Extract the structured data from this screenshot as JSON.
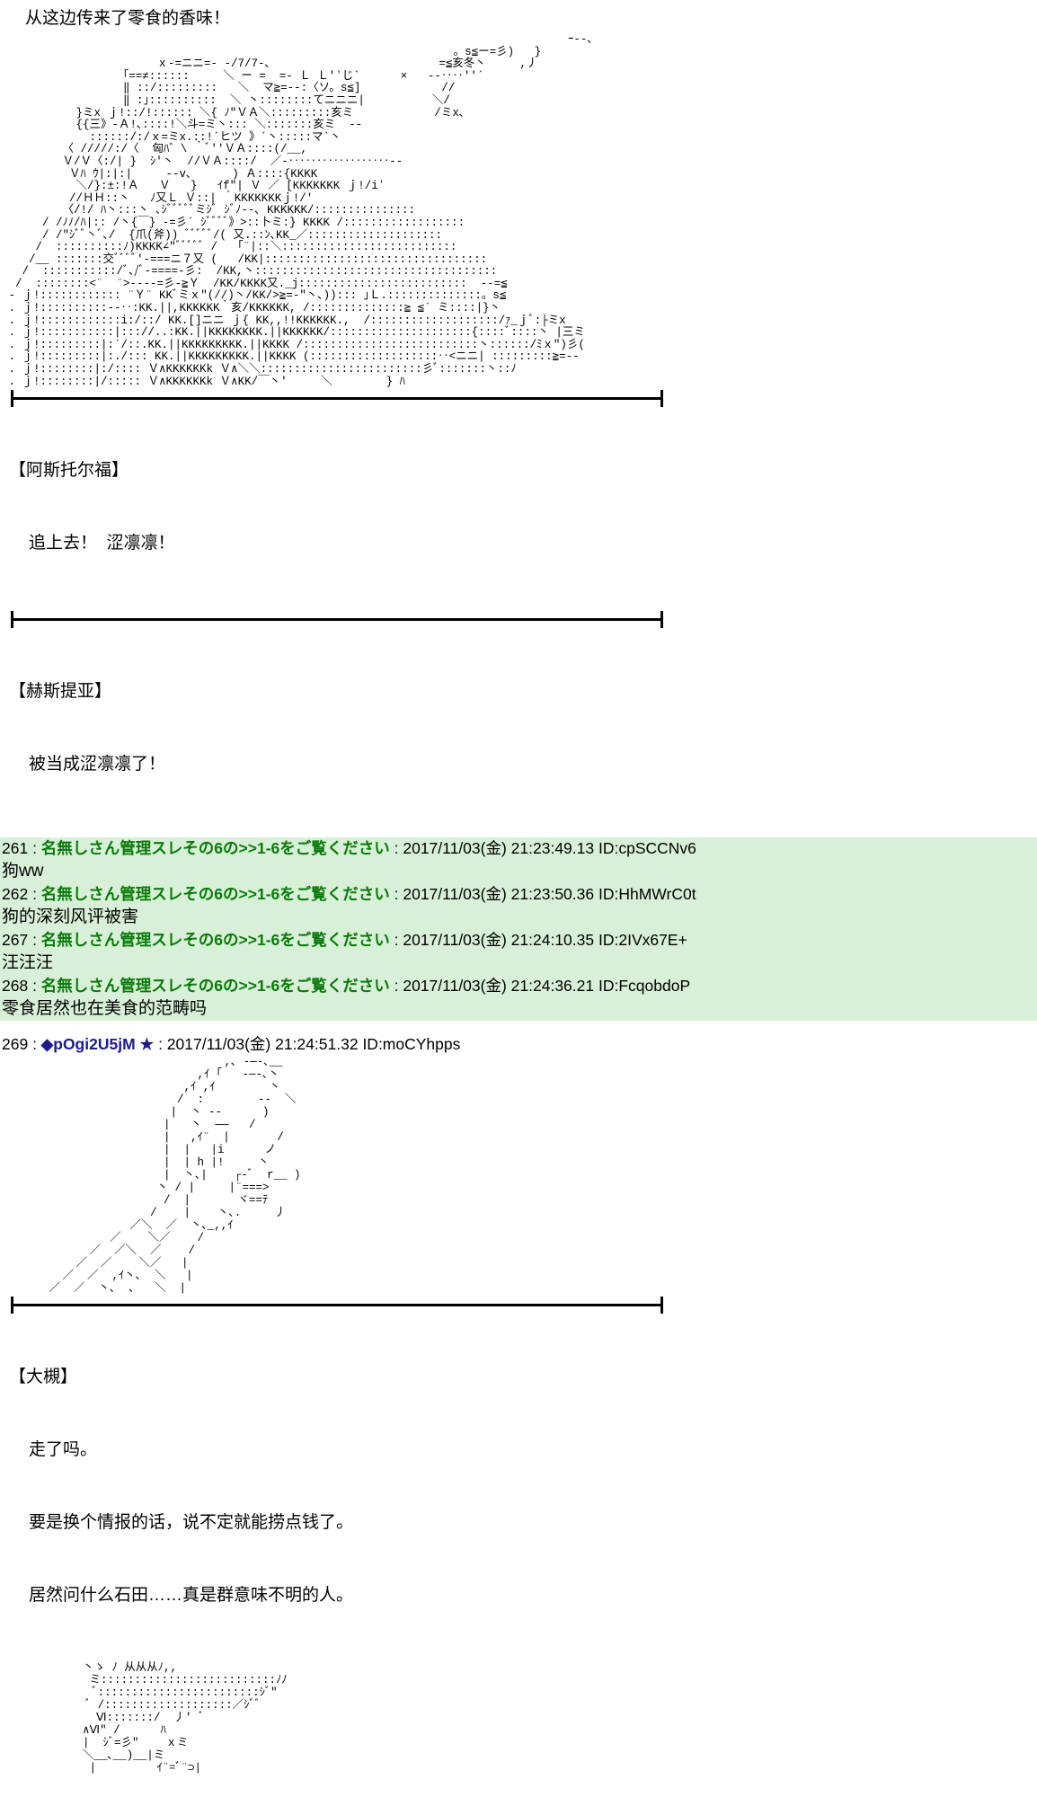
{
  "narration": {
    "top_line": "从这边传来了零食的香味！"
  },
  "art": {
    "main_scene": "                                                                                    ｰ‐-､\n                                                                   。s≦ー=彡)   }\n                       ｘ-=ニニ=- -/7/7-､                         =≦亥冬丶     ,丿\n                  ｢==≠::::::     ＼ ー =  =- Ｌ Ｌ'ʼじ`      ×   --‥‥''´\n                  ‖ ::/:::::::::   ＼  マ≧=--:〈ソ。s≦]            //\n                  ‖ :｣::::::::::  ＼ 丶::::::::てニニニ|          ＼/\n           }ミx ｊ!::/!:::::: ＼{ ﾉ″ＶＡ＼:::::::::亥ミ            /ミx､\n           {{三》‐Ａ!､::::!＼斗=ミ丶::: ＼:::::::亥ミ  ‐‐\n             ::::::/:/ｘ=ミx.::!´ヒツ 》´丶:::::マ`丶\n         〈 /////:/〈  匈ﾊ゛\\ ｀ﾞ''ＶＡ::::(/__,\n         Ｖ/Ｖ〈:/| }  ｼ′丶  //ＶＡ::::/  ／-‥‥‥‥‥‥‥‥‥--\n          Ｖﾊ ｳ|:|:|     --v､      ) Ａ::::{KKKK\n           ＼/}:±:!Ａ   Ｖ   }   ｲf″| Ｖ ／ [KKKKKKK ｊ!/iʼ\n          //ＨＨ::丶   ﾉ又Ｌ Ｖ::| ｀KKKKKKKｊ!/′\n         〈/!/ ﾊ丶:::丶 ､ｼﾞﾞﾞﾞﾞミｼﾞ ｼﾞﾉ--､ KKKKKK/:::::::::::::::\n      / /ﾉﾉ/ﾊ|:: /丶{￣} -=彡´ ｼﾞﾞﾞﾞ》>::卜ミ:} KKKK /::::::::::::::::::\n      / /″ｼﾞﾞ丶ﾞ､/  {爪(斧)) ﾞﾞﾞﾞﾞ/( 又.::ﾝ､KK_／::::::::::::::::::::\n     /  ::::::::::ﾉ)KKKK∠″ﾞﾞﾞﾞﾞ /   ｢¨|::＼::::::::::::::::::::::::::\n    /__ :::::::交ﾞﾞﾞﾞ′-===ニ７又 (   /KK|:::::::::::::::::::::::::::::::::\n   /  :::::::::::/ﾞ､/ﾞ-====-彡:  /KK,丶::::::::::::::::::::::::::::::::::::\n  /  ::::::::<¨  ¨>----=彡-≧Ｙ  /KK/KKKK又._j:::::::::::::::::::::::::  --=≦\n - ｊ!:::::::::::: ¨Ｙ¨ KKﾞミｘ″(//)丶/KK/>≧=-″丶､))::: ｣Ｌ.::::::::::::::。s≦\n . ｊ!::::::::::--‥:KK.||,KKKKKK｀亥/KKKKKK, /::::::::::::::≧ ≦´ ミ::::|}丶\n . ｊ!::::::::::::i:/::/ KK.[]ニニ ｊ{ KK,,!!KKKKKK.,  /:::::::::::::::::::/ｧ_ｊﾞ:├ミx\n . ｊ!:::::::::::|::://..:KK.||KKKKKKKK.||KKKKKK/:::::::::::::::::::::{::::ﾞ::::丶 |三ミ\n . ｊ!:::::::::|:´/::.KK.||KKKKKKKKK.||KKKK /::::::::::::::::::::::::::丶::::::/ﾐｘ″)彡(\n . ｊ!:::::::::|:./::: KK.||KKKKKKKKK.||KKKK (:::::::::::::::::::‥<ニニ| :::::::::≧=--\n . ｊ!::::::::|:/:::: Ｖ∧KKKKKKk Ｖ∧＼＼::::::::::::::::::::::::彡ﾞ:::::::丶::ﾉ\n . ｊ!::::::::|/::::: Ｖ∧KKKKKKk Ｖ∧KK/￣丶′     ＼        } ﾊ",
    "mid_scene": "                                 ,､ -―-､__\n                             ,ｲ ｢   -―-､丶\n                           ,ｲ ,ｲ        丶\n                          /  :        ‐‐  ＼\n                         |  丶 ‐‐      )\n                        |   丶  ――   /\n                        |   ,ｲ¨  |       /\n                        |  |   |i      ノ\n                        |  | h |!     丶\n                        |  丶､|    ┌‐ﾞ  r__ )\n                       丶 / |     |¨===>\n                        /  |       ヾ==ﾃ\n                      /    |    丶､.     丿\n                   ／＼  ／  丶､_,,ｲ\n                ／    ＼／    /\n             ／  ／＼  ／    /\n           ／  ／    ＼／   |\n         ／  ／  ,ｲ丶､  ＼   |\n       ／  ／  丶､  ､   ＼  |",
    "bottom_scene": "            丶ゝ ﾉ 从从从ﾉ,,\n             ミ::::::::::::::::::::::::::ﾉﾉ\n              ﾞ::::::::::::::::::::::::ｼﾞ″\n             ﾞ /:::::::::::::::::::／ｼﾞﾞ\n              Ⅵ:::::::/  丿′ ﾞ\n            ∧Ⅵ″ /      ﾊ\n            |  ｼﾞ=彡″    ｘミ\n            ＼__､__)__|ミ\n             |         ｲ¨=ﾞ¨⊃|"
  },
  "dialogues": [
    {
      "speaker": "【阿斯托尔福】",
      "lines": [
        "追上去！  涩凛凛！"
      ]
    },
    {
      "speaker": "【赫斯提亚】",
      "lines": [
        "被当成涩凛凛了！"
      ]
    },
    {
      "speaker": "【大槻】",
      "lines": [
        "走了吗。",
        "要是换个情报的话，说不定就能捞点钱了。",
        "居然问什么石田……真是群意味不明的人。"
      ]
    }
  ],
  "posts": [
    {
      "number": "261",
      "sep": " : ",
      "name": "名無しさん管理スレその6の>>1-6をご覧ください",
      "name_color": "#0a7a0a",
      "date": "2017/11/03(金) 21:23:49.13",
      "id": "ID:cpSCCNv6",
      "body": "狗ww",
      "highlight": true
    },
    {
      "number": "262",
      "sep": " : ",
      "name": "名無しさん管理スレその6の>>1-6をご覧ください",
      "name_color": "#0a7a0a",
      "date": "2017/11/03(金) 21:23:50.36",
      "id": "ID:HhMWrC0t",
      "body": "狗的深刻风评被害",
      "highlight": true
    },
    {
      "number": "267",
      "sep": " : ",
      "name": "名無しさん管理スレその6の>>1-6をご覧ください",
      "name_color": "#0a7a0a",
      "date": "2017/11/03(金) 21:24:10.35",
      "id": "ID:2IVx67E+",
      "body": "汪汪汪",
      "highlight": true
    },
    {
      "number": "268",
      "sep": " : ",
      "name": "名無しさん管理スレその6の>>1-6をご覧ください",
      "name_color": "#0a7a0a",
      "date": "2017/11/03(金) 21:24:36.21",
      "id": "ID:FcqobdoP",
      "body": "零食居然也在美食的范畴吗",
      "highlight": true
    },
    {
      "number": "269",
      "sep": " : ",
      "name": "◆pOgi2U5jM ★",
      "name_color": "#1b1b8f",
      "date": "2017/11/03(金) 21:24:51.32",
      "id": "ID:moCYhpps",
      "body": "",
      "highlight": false
    }
  ],
  "colors": {
    "highlight_bg": "#d8f0d8",
    "name_green": "#0a7a0a",
    "name_blue": "#1b1b8f",
    "text": "#000000",
    "page_bg": "#ffffff"
  }
}
